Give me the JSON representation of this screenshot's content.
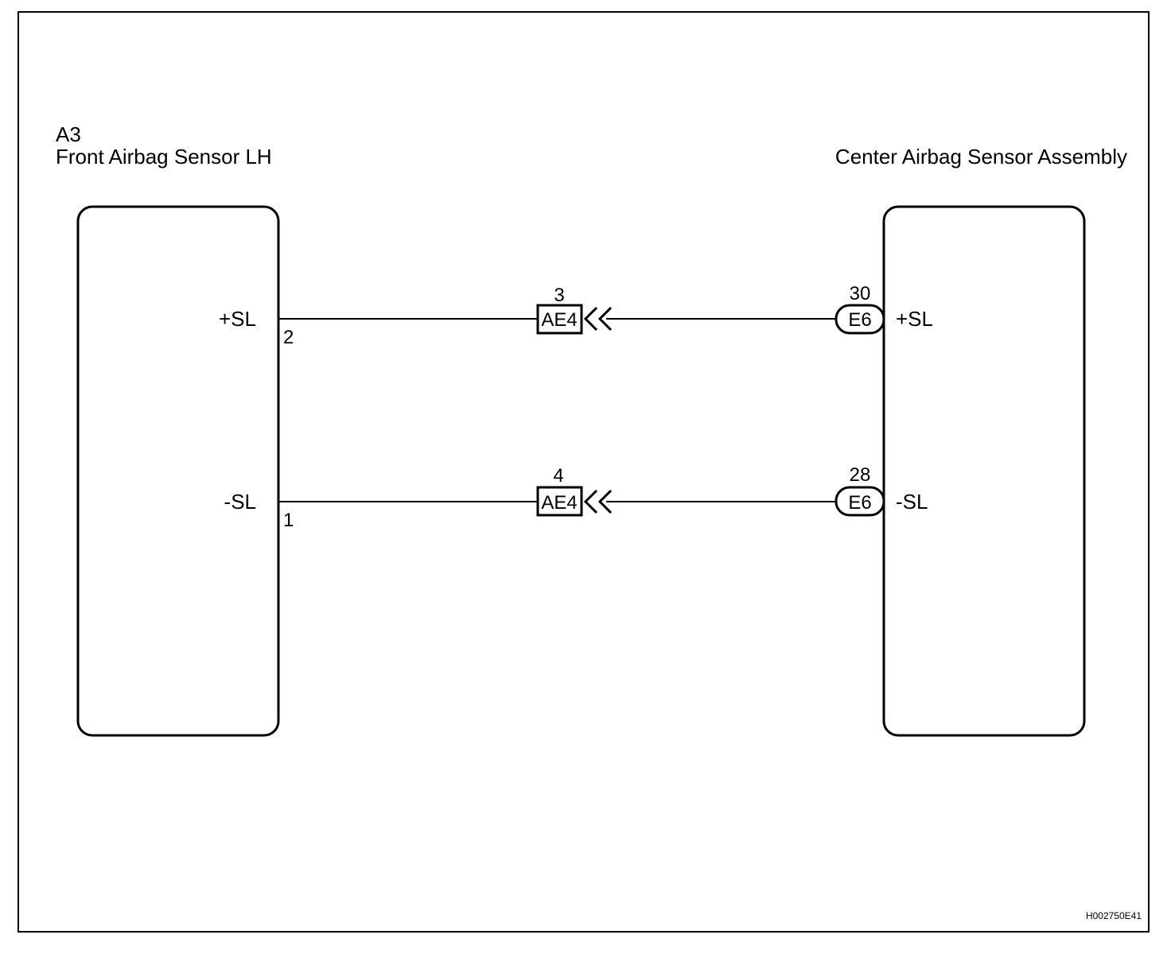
{
  "left_component": {
    "code": "A3",
    "name": "Front Airbag Sensor LH",
    "pins": [
      {
        "label": "+SL",
        "pin_no": "2"
      },
      {
        "label": "-SL",
        "pin_no": "1"
      }
    ]
  },
  "right_component": {
    "name": "Center Airbag Sensor Assembly",
    "connector": "E6",
    "pins": [
      {
        "label": "+SL",
        "pin_no": "30"
      },
      {
        "label": "-SL",
        "pin_no": "28"
      }
    ]
  },
  "junctions": [
    {
      "connector": "AE4",
      "pin_no": "3"
    },
    {
      "connector": "AE4",
      "pin_no": "4"
    }
  ],
  "figure_id": "H002750E41"
}
